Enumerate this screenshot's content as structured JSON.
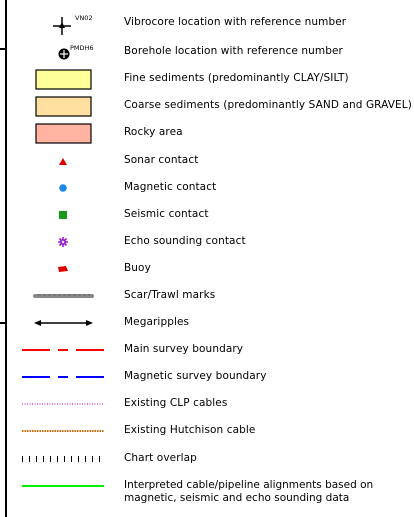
{
  "legend": {
    "items": [
      {
        "id": "vibrocore",
        "label": "Vibrocore location with reference number",
        "ref": "VN02"
      },
      {
        "id": "borehole",
        "label": "Borehole location with reference number",
        "ref": "PMDH6"
      },
      {
        "id": "fine",
        "label": "Fine sediments  (predominantly CLAY/SILT)",
        "color": "#ffff99"
      },
      {
        "id": "coarse",
        "label": "Coarse sediments  (predominantly SAND and GRAVEL)",
        "color": "#ffe0a0"
      },
      {
        "id": "rocky",
        "label": "Rocky area",
        "color": "#ffb3a0"
      },
      {
        "id": "sonar",
        "label": "Sonar contact",
        "color": "#e00000"
      },
      {
        "id": "magnetic",
        "label": "Magnetic contact",
        "color": "#1e88e5"
      },
      {
        "id": "seismic",
        "label": "Seismic contact",
        "color": "#1a9a1a"
      },
      {
        "id": "echo",
        "label": "Echo sounding contact",
        "color": "#a020d0"
      },
      {
        "id": "buoy",
        "label": "Buoy",
        "color": "#e00000"
      },
      {
        "id": "scar",
        "label": "Scar/Trawl marks",
        "color": "#888888"
      },
      {
        "id": "megaripples",
        "label": "Megaripples"
      },
      {
        "id": "main-boundary",
        "label": "Main survey boundary",
        "color": "#ff0000"
      },
      {
        "id": "mag-boundary",
        "label": "Magnetic survey boundary",
        "color": "#0000ff"
      },
      {
        "id": "clp",
        "label": "Existing CLP cables",
        "color": "#c000c0"
      },
      {
        "id": "hutchison",
        "label": "Existing Hutchison cable",
        "color": "#cc6600"
      },
      {
        "id": "overlap",
        "label": "Chart overlap",
        "color": "#000000"
      },
      {
        "id": "interpreted",
        "label_line1": "Interpreted cable/pipeline alignments based on",
        "label_line2": "magnetic, seismic and echo sounding data",
        "color": "#00ee00"
      }
    ]
  }
}
